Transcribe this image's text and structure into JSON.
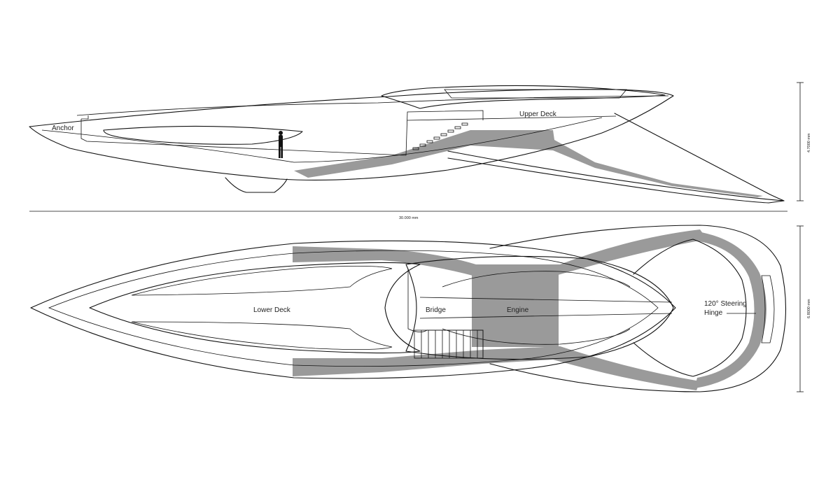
{
  "labels": {
    "anchor": "Anchor",
    "upper_deck": "Upper Deck",
    "lower_deck": "Lower Deck",
    "bridge": "Bridge",
    "engine": "Engine",
    "steering_line1": "120° Steering",
    "steering_line2": "Hinge"
  },
  "dimensions": {
    "length": "30.000 mm",
    "side_height": "4.7000 mm",
    "plan_width": "6.8000 mm"
  },
  "colors": {
    "line": "#111111",
    "shaded_area": "#9a9a9a",
    "background": "#ffffff"
  }
}
